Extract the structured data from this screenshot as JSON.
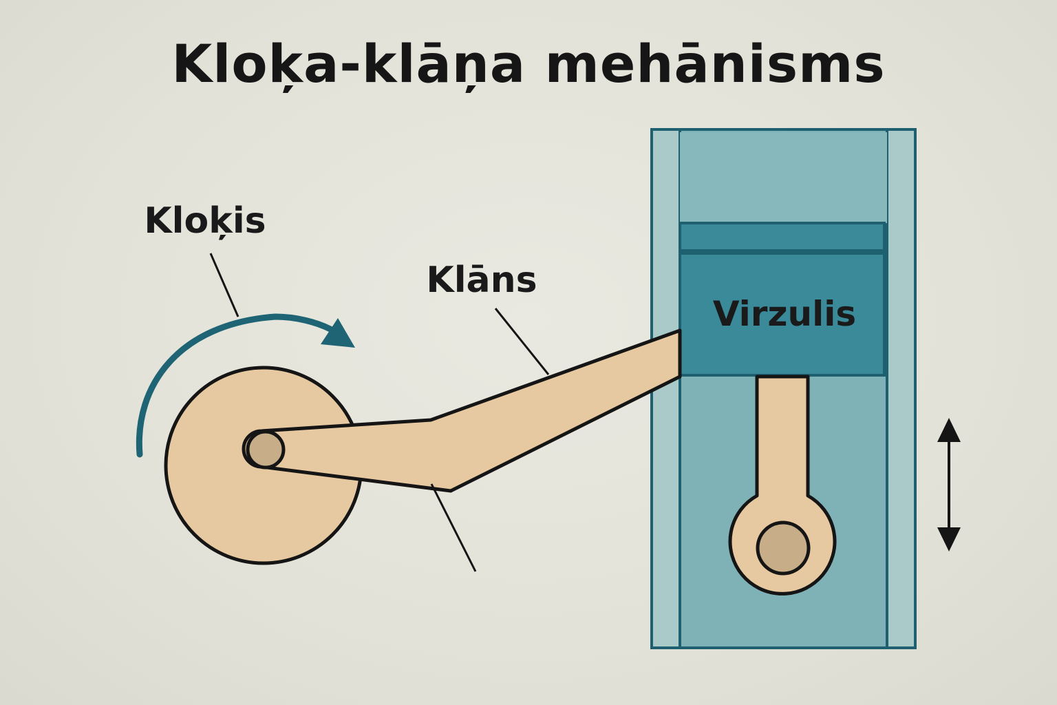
{
  "title": "Kloķa-klāņa mehānisms",
  "labels": {
    "crank": "Kloķis",
    "connecting_rod": "Klāns",
    "piston": "Virzulis"
  },
  "colors": {
    "background": "#e4e4da",
    "beige": "#e6c9a0",
    "teal_dark": "#2a7a8e",
    "teal_light": "#8bbcc0",
    "cylinder_wall": "#a9cac8",
    "outline": "#151515",
    "pin": "#c7ad88"
  },
  "icons": {
    "rotation": "curved-arrow-icon",
    "motion": "double-vertical-arrow-icon"
  }
}
